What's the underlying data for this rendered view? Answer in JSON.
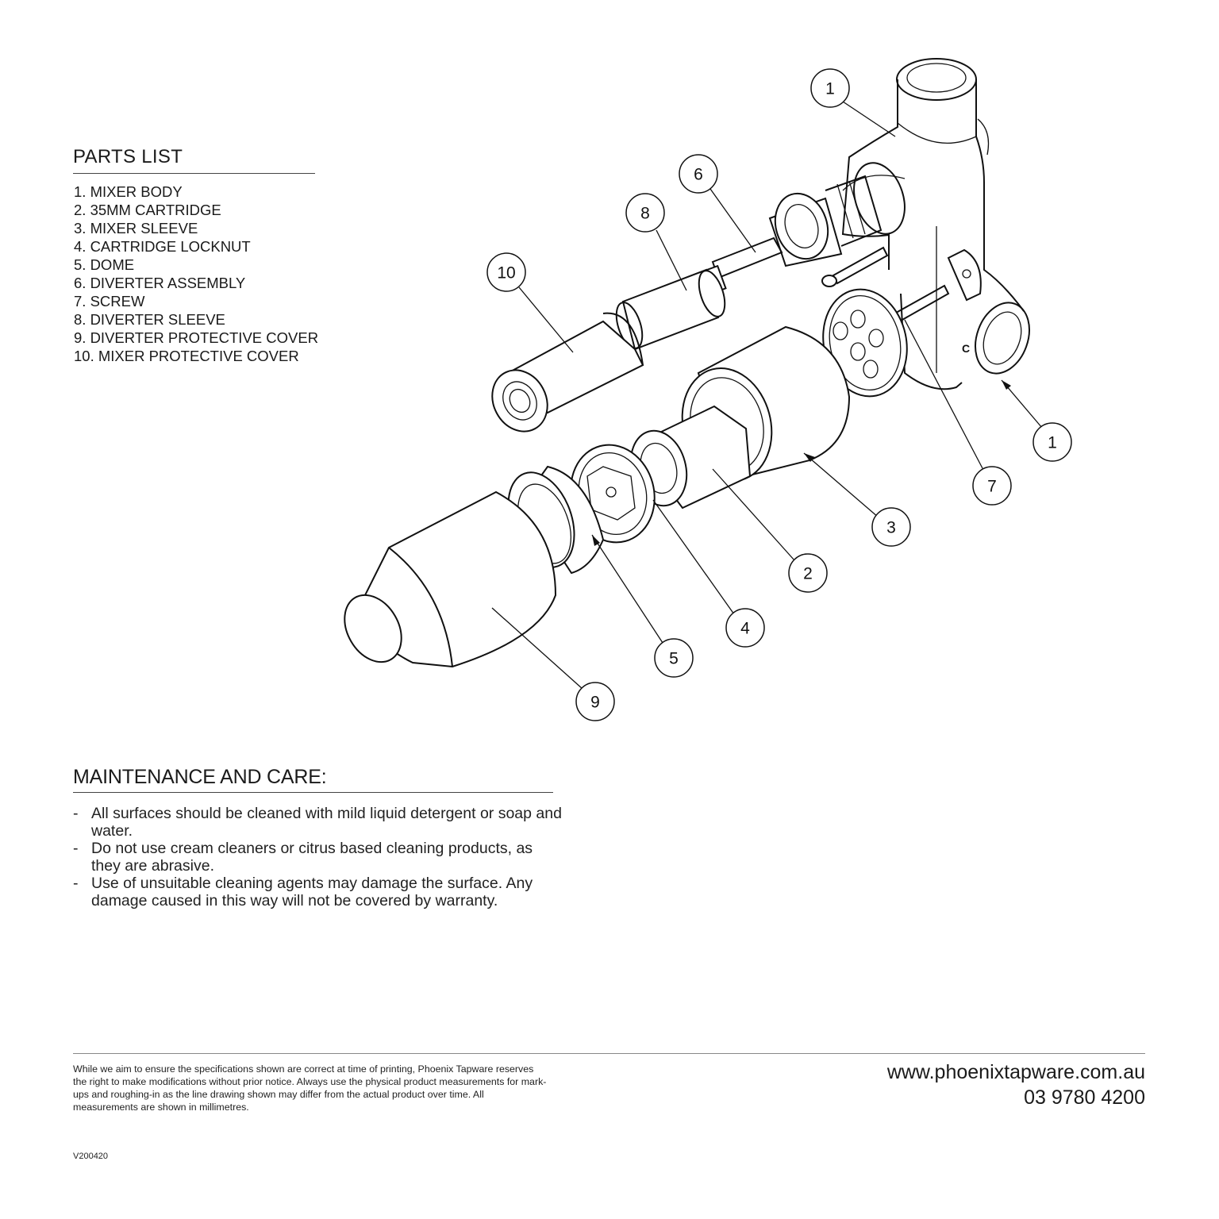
{
  "parts_list": {
    "heading": "PARTS LIST",
    "items": [
      "1. MIXER BODY",
      "2. 35MM CARTRIDGE",
      "3. MIXER SLEEVE",
      "4. CARTRIDGE LOCKNUT",
      "5. DOME",
      "6. DIVERTER ASSEMBLY",
      "7. SCREW",
      "8. DIVERTER SLEEVE",
      "9. DIVERTER PROTECTIVE COVER",
      "10. MIXER PROTECTIVE COVER"
    ]
  },
  "diagram": {
    "callouts": [
      "1",
      "1",
      "2",
      "3",
      "4",
      "5",
      "6",
      "7",
      "8",
      "9",
      "10"
    ],
    "body_mark": "C"
  },
  "maintenance": {
    "heading": "MAINTENANCE AND CARE:",
    "bullet": "-",
    "items": [
      "All surfaces should be cleaned with mild liquid detergent or soap and water.",
      "Do not use cream cleaners or citrus based cleaning products, as they are abrasive.",
      "Use of unsuitable cleaning agents may damage the surface. Any damage caused in this way will not be covered by warranty."
    ]
  },
  "footer": {
    "disclaimer": "While we aim to ensure the specifications shown are correct at time of printing, Phoenix Tapware reserves the right to make modifications without prior notice. Always use the physical product measurements for mark-ups and roughing-in as the line drawing shown may differ from the actual product over time. All measurements are shown in millimetres.",
    "website": "www.phoenixtapware.com.au",
    "phone": "03 9780 4200",
    "version": "V200420"
  }
}
